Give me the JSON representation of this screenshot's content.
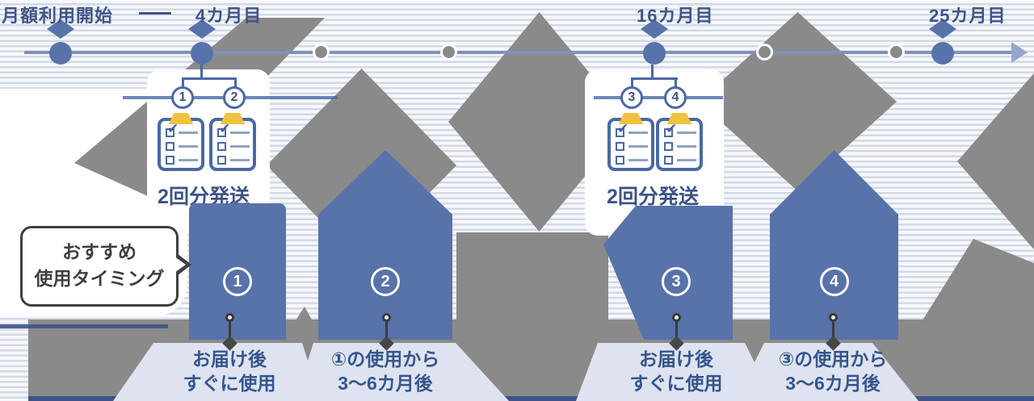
{
  "timeline": {
    "milestones": [
      {
        "label": "月額利用開始"
      },
      {
        "label": "4カ月目"
      },
      {
        "label": "16カ月目"
      },
      {
        "label": "25カ月目"
      }
    ]
  },
  "shipments": [
    {
      "badge1": "1",
      "badge2": "2",
      "label": "2回分発送"
    },
    {
      "badge1": "3",
      "badge2": "4",
      "label": "2回分発送"
    }
  ],
  "callout": {
    "line1": "おすすめ",
    "line2": "使用タイミング"
  },
  "blocks": [
    {
      "number": "1"
    },
    {
      "number": "2"
    },
    {
      "number": "3"
    },
    {
      "number": "4"
    }
  ],
  "notes": [
    {
      "line1": "お届け後",
      "line2": "すぐに使用"
    },
    {
      "line1": "①の使用から",
      "line2": "3〜6カ月後"
    },
    {
      "line1": "お届け後",
      "line2": "すぐに使用"
    },
    {
      "line1": "③の使用から",
      "line2": "3〜6カ月後"
    }
  ],
  "colors": {
    "accent_blue": "#5872aa",
    "line_blue": "#4a69a5",
    "label_navy": "#3f5586",
    "note_text_navy": "#33568e",
    "note_bg_lavender": "#dfe3ef",
    "artifact_gray": "#8a8a8a",
    "clip_yellow": "#f0c23e",
    "callout_ink": "#3f3f3f"
  }
}
